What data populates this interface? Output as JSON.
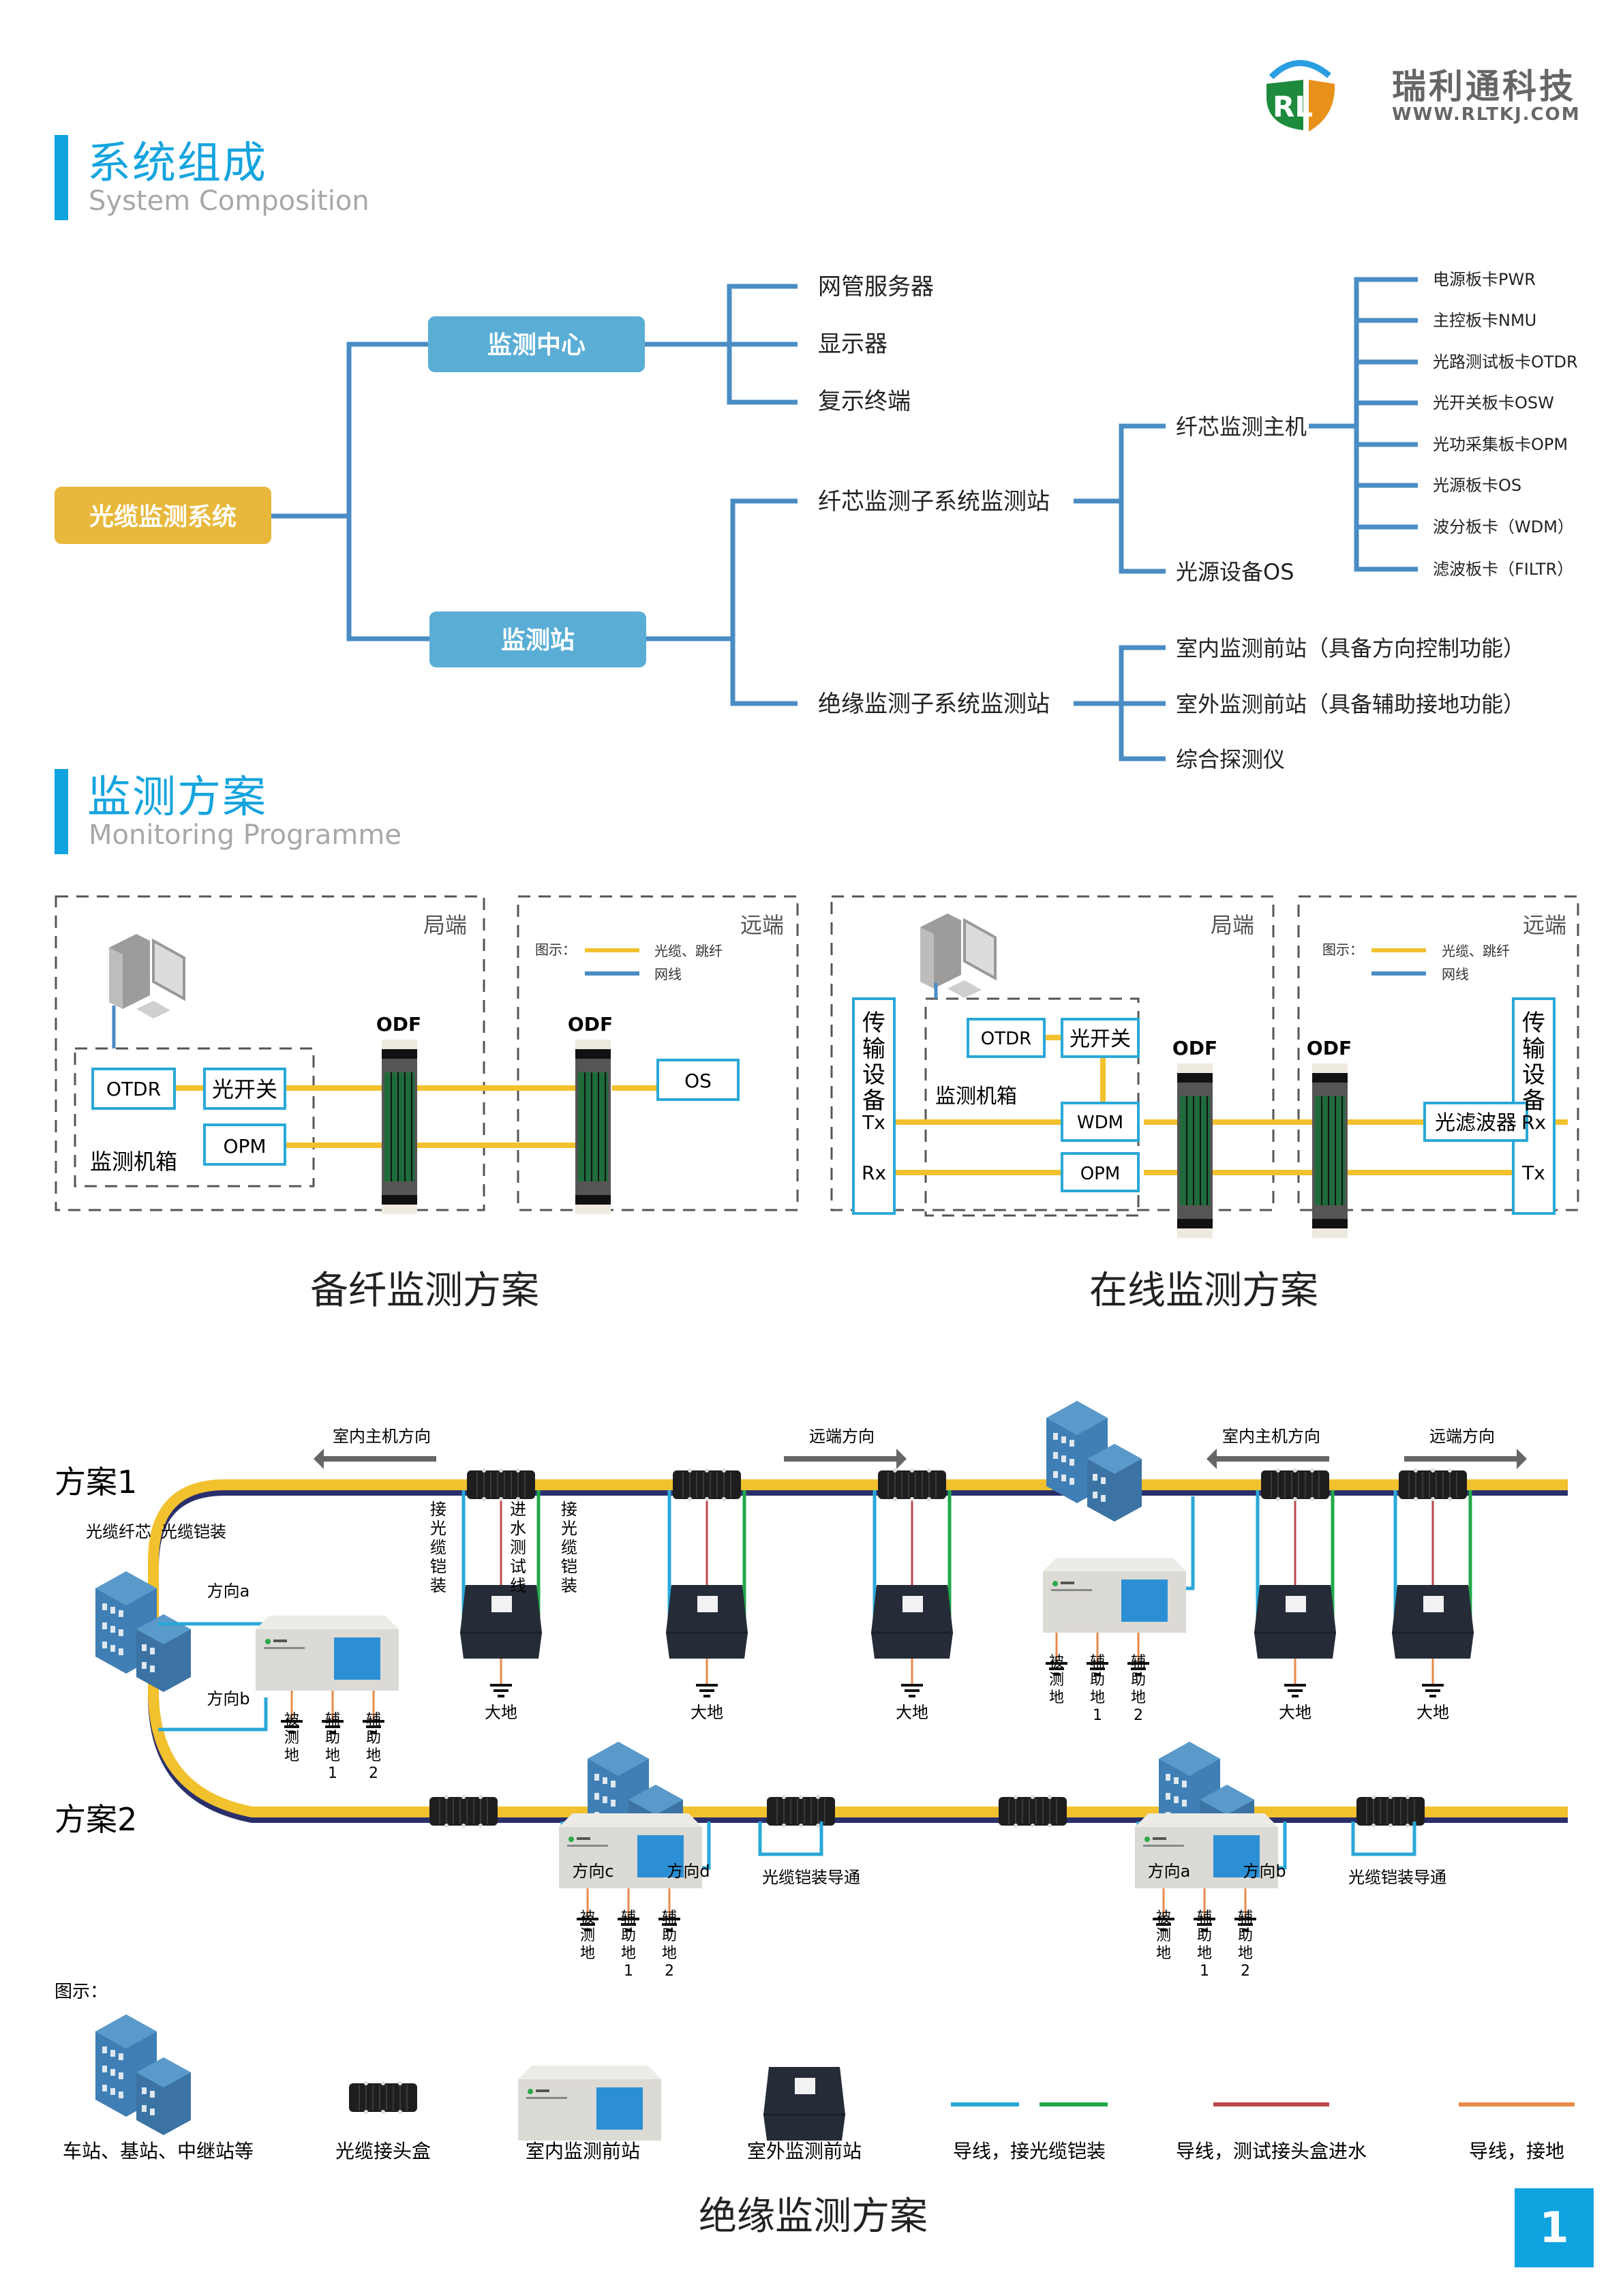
{
  "brand": {
    "logo_letters": "RL",
    "name_cn": "瑞利通科技",
    "url": "WWW.RLTKJ.COM",
    "colors": {
      "green": "#1e8a3c",
      "orange": "#e8911a",
      "blue": "#2a9ee0"
    }
  },
  "section1": {
    "title_cn": "系统组成",
    "title_en": "System Composition"
  },
  "tree": {
    "root": "光缆监测系统",
    "center": {
      "label": "监测中心",
      "children": [
        "网管服务器",
        "显示器",
        "复示终端"
      ]
    },
    "station": {
      "label": "监测站",
      "fiber_sub": {
        "label": "纤芯监测子系统监测站",
        "host": {
          "label": "纤芯监测主机",
          "cards": [
            "电源板卡PWR",
            "主控板卡NMU",
            "光路测试板卡OTDR",
            "光开关板卡OSW",
            "光功采集板卡OPM",
            "光源板卡OS",
            "波分板卡（WDM）",
            "滤波板卡（FILTR）"
          ]
        },
        "light_source": "光源设备OS"
      },
      "insulation_sub": {
        "label": "绝缘监测子系统监测站",
        "children": [
          "室内监测前站（具备方向控制功能）",
          "室外监测前站（具备辅助接地功能）",
          "综合探测仪"
        ]
      }
    },
    "colors": {
      "root": "#e8b83c",
      "node": "#5aaed6",
      "line": "#4a8cc4"
    }
  },
  "section2": {
    "title_cn": "监测方案",
    "title_en": "Monitoring Programme"
  },
  "backup_scheme": {
    "caption": "备纤监测方案",
    "local_label": "局端",
    "remote_label": "远端",
    "legend_title": "图示：",
    "legend_fiber": "光缆、跳纤",
    "legend_net": "网线",
    "otdr": "OTDR",
    "switch": "光开关",
    "opm": "OPM",
    "chassis": "监测机箱",
    "odf1": "ODF",
    "odf2": "ODF",
    "os": "OS"
  },
  "online_scheme": {
    "caption": "在线监测方案",
    "local_label": "局端",
    "remote_label": "远端",
    "legend_title": "图示：",
    "legend_fiber": "光缆、跳纤",
    "legend_net": "网线",
    "transport_local": "传输设备",
    "transport_remote": "传输设备",
    "tx": "Tx",
    "rx": "Rx",
    "otdr": "OTDR",
    "switch": "光开关",
    "chassis": "监测机箱",
    "wdm": "WDM",
    "opm": "OPM",
    "odf1": "ODF",
    "odf2": "ODF",
    "filter": "光滤波器"
  },
  "insulation": {
    "caption": "绝缘监测方案",
    "plan1": "方案1",
    "plan2": "方案2",
    "arrow_indoor": "室内主机方向",
    "arrow_remote": "远端方向",
    "core_label": "光缆纤芯",
    "armor_label": "光缆铠装",
    "dir_a": "方向a",
    "dir_b": "方向b",
    "dir_c": "方向c",
    "dir_d": "方向d",
    "connect_armor": "接光缆铠装",
    "water_test": "进水测试线",
    "earth": "大地",
    "ground_measured": "被测地",
    "ground_aux1": "辅助地1",
    "ground_aux2": "辅助地2",
    "armor_conduct": "光缆铠装导通",
    "legend_title": "图示：",
    "legend": [
      {
        "label": "车站、基站、中继站等",
        "icon": "building-icon"
      },
      {
        "label": "光缆接头盒",
        "icon": "splice-closure-icon"
      },
      {
        "label": "室内监测前站",
        "icon": "indoor-station-icon"
      },
      {
        "label": "室外监测前站",
        "icon": "outdoor-station-icon"
      },
      {
        "label": "导线，接光缆铠装",
        "colors": [
          "#2aa8d8",
          "#22a84a"
        ]
      },
      {
        "label": "导线，测试接头盒进水",
        "colors": [
          "#c0474a"
        ]
      },
      {
        "label": "导线，接地",
        "colors": [
          "#e88a4a"
        ]
      }
    ]
  },
  "page_number": "1"
}
